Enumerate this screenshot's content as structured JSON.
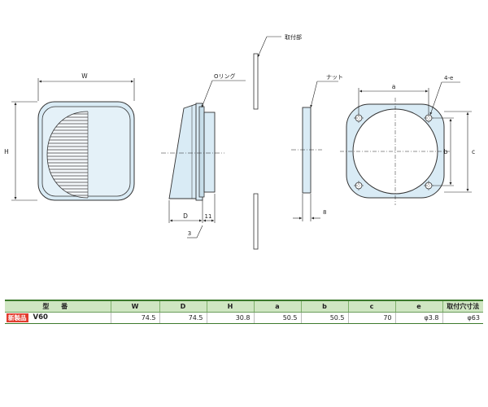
{
  "drawing": {
    "labels": {
      "W": "W",
      "H": "H",
      "D": "D",
      "dim11": "11",
      "dim3": "3",
      "oring": "Oリング",
      "mount_part": "取付部",
      "nut": "ナット",
      "dim8": "8",
      "a": "a",
      "b": "b",
      "c": "c",
      "hole": "4-e"
    }
  },
  "table": {
    "headers": [
      "型 番",
      "W",
      "D",
      "H",
      "a",
      "b",
      "c",
      "e",
      "取付穴寸法"
    ],
    "rows": [
      {
        "badge": "新製品",
        "model": "V60",
        "cells": [
          "74.5",
          "74.5",
          "30.8",
          "50.5",
          "50.5",
          "70",
          "φ3.8",
          "φ63"
        ]
      }
    ]
  },
  "colors": {
    "part_fill": "#d9ebf5",
    "part_stroke": "#333333",
    "table_header": "#cfe6c2",
    "table_rule": "#3c7a2c",
    "badge": "#e23a2c"
  }
}
